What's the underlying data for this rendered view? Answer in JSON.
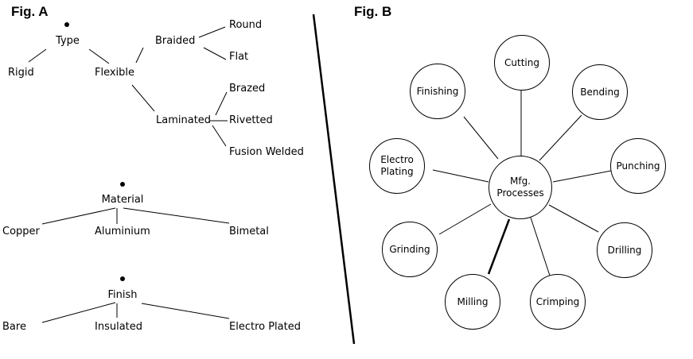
{
  "fig_a": {
    "title": "Fig. A",
    "type_tree": {
      "root": "Type",
      "rigid": "Rigid",
      "flexible": "Flexible",
      "braided": "Braided",
      "round": "Round",
      "flat": "Flat",
      "laminated": "Laminated",
      "brazed": "Brazed",
      "rivetted": "Rivetted",
      "fusion_welded": "Fusion Welded"
    },
    "material_tree": {
      "root": "Material",
      "copper": "Copper",
      "aluminium": "Aluminium",
      "bimetal": "Bimetal"
    },
    "finish_tree": {
      "root": "Finish",
      "bare": "Bare",
      "insulated": "Insulated",
      "electro_plated": "Electro Plated"
    }
  },
  "fig_b": {
    "title": "Fig. B",
    "center": "Mfg.\nProcesses",
    "nodes": {
      "cutting": "Cutting",
      "bending": "Bending",
      "punching": "Punching",
      "drilling": "Drilling",
      "crimping": "Crimping",
      "milling": "Milling",
      "grinding": "Grinding",
      "electro_plating": "Electro\nPlating",
      "finishing": "Finishing"
    }
  }
}
